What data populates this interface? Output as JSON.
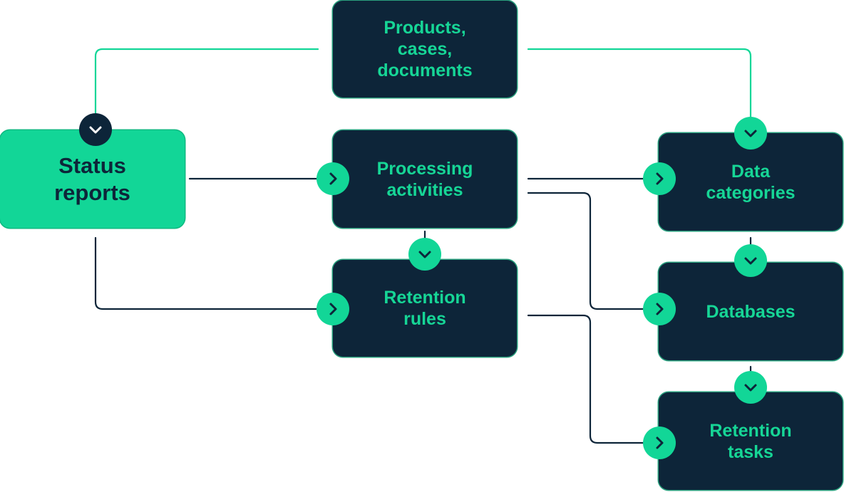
{
  "colors": {
    "navy": "#0d2539",
    "mint": "#12d697",
    "mint_text": "#16d696",
    "line_dark": "#0d2539",
    "line_mint": "#12d697"
  },
  "nodes": {
    "products": {
      "label": "Products,\ncases,\ndocuments"
    },
    "status": {
      "label": "Status\nreports"
    },
    "processing": {
      "label": "Processing\nactivities"
    },
    "retention_rules": {
      "label": "Retention\nrules"
    },
    "data_categories": {
      "label": "Data\ncategories"
    },
    "databases": {
      "label": "Databases"
    },
    "retention_tasks": {
      "label": "Retention\ntasks"
    }
  },
  "edges": [
    {
      "from": "products",
      "to": "status",
      "arrow": "chevron-down-icon",
      "color": "mint"
    },
    {
      "from": "products",
      "to": "data_categories",
      "arrow": "chevron-down-icon",
      "color": "mint"
    },
    {
      "from": "status",
      "to": "processing",
      "arrow": "chevron-right-icon",
      "color": "dark"
    },
    {
      "from": "status",
      "to": "retention_rules",
      "arrow": "chevron-right-icon",
      "color": "dark"
    },
    {
      "from": "processing",
      "to": "retention_rules",
      "arrow": "chevron-down-icon",
      "color": "dark"
    },
    {
      "from": "processing",
      "to": "data_categories",
      "arrow": "chevron-right-icon",
      "color": "dark"
    },
    {
      "from": "processing",
      "to": "databases",
      "arrow": "chevron-right-icon",
      "color": "dark"
    },
    {
      "from": "retention_rules",
      "to": "retention_tasks",
      "arrow": "chevron-right-icon",
      "color": "dark"
    },
    {
      "from": "data_categories",
      "to": "databases",
      "arrow": "chevron-down-icon",
      "color": "dark"
    },
    {
      "from": "databases",
      "to": "retention_tasks",
      "arrow": "chevron-down-icon",
      "color": "dark"
    }
  ]
}
